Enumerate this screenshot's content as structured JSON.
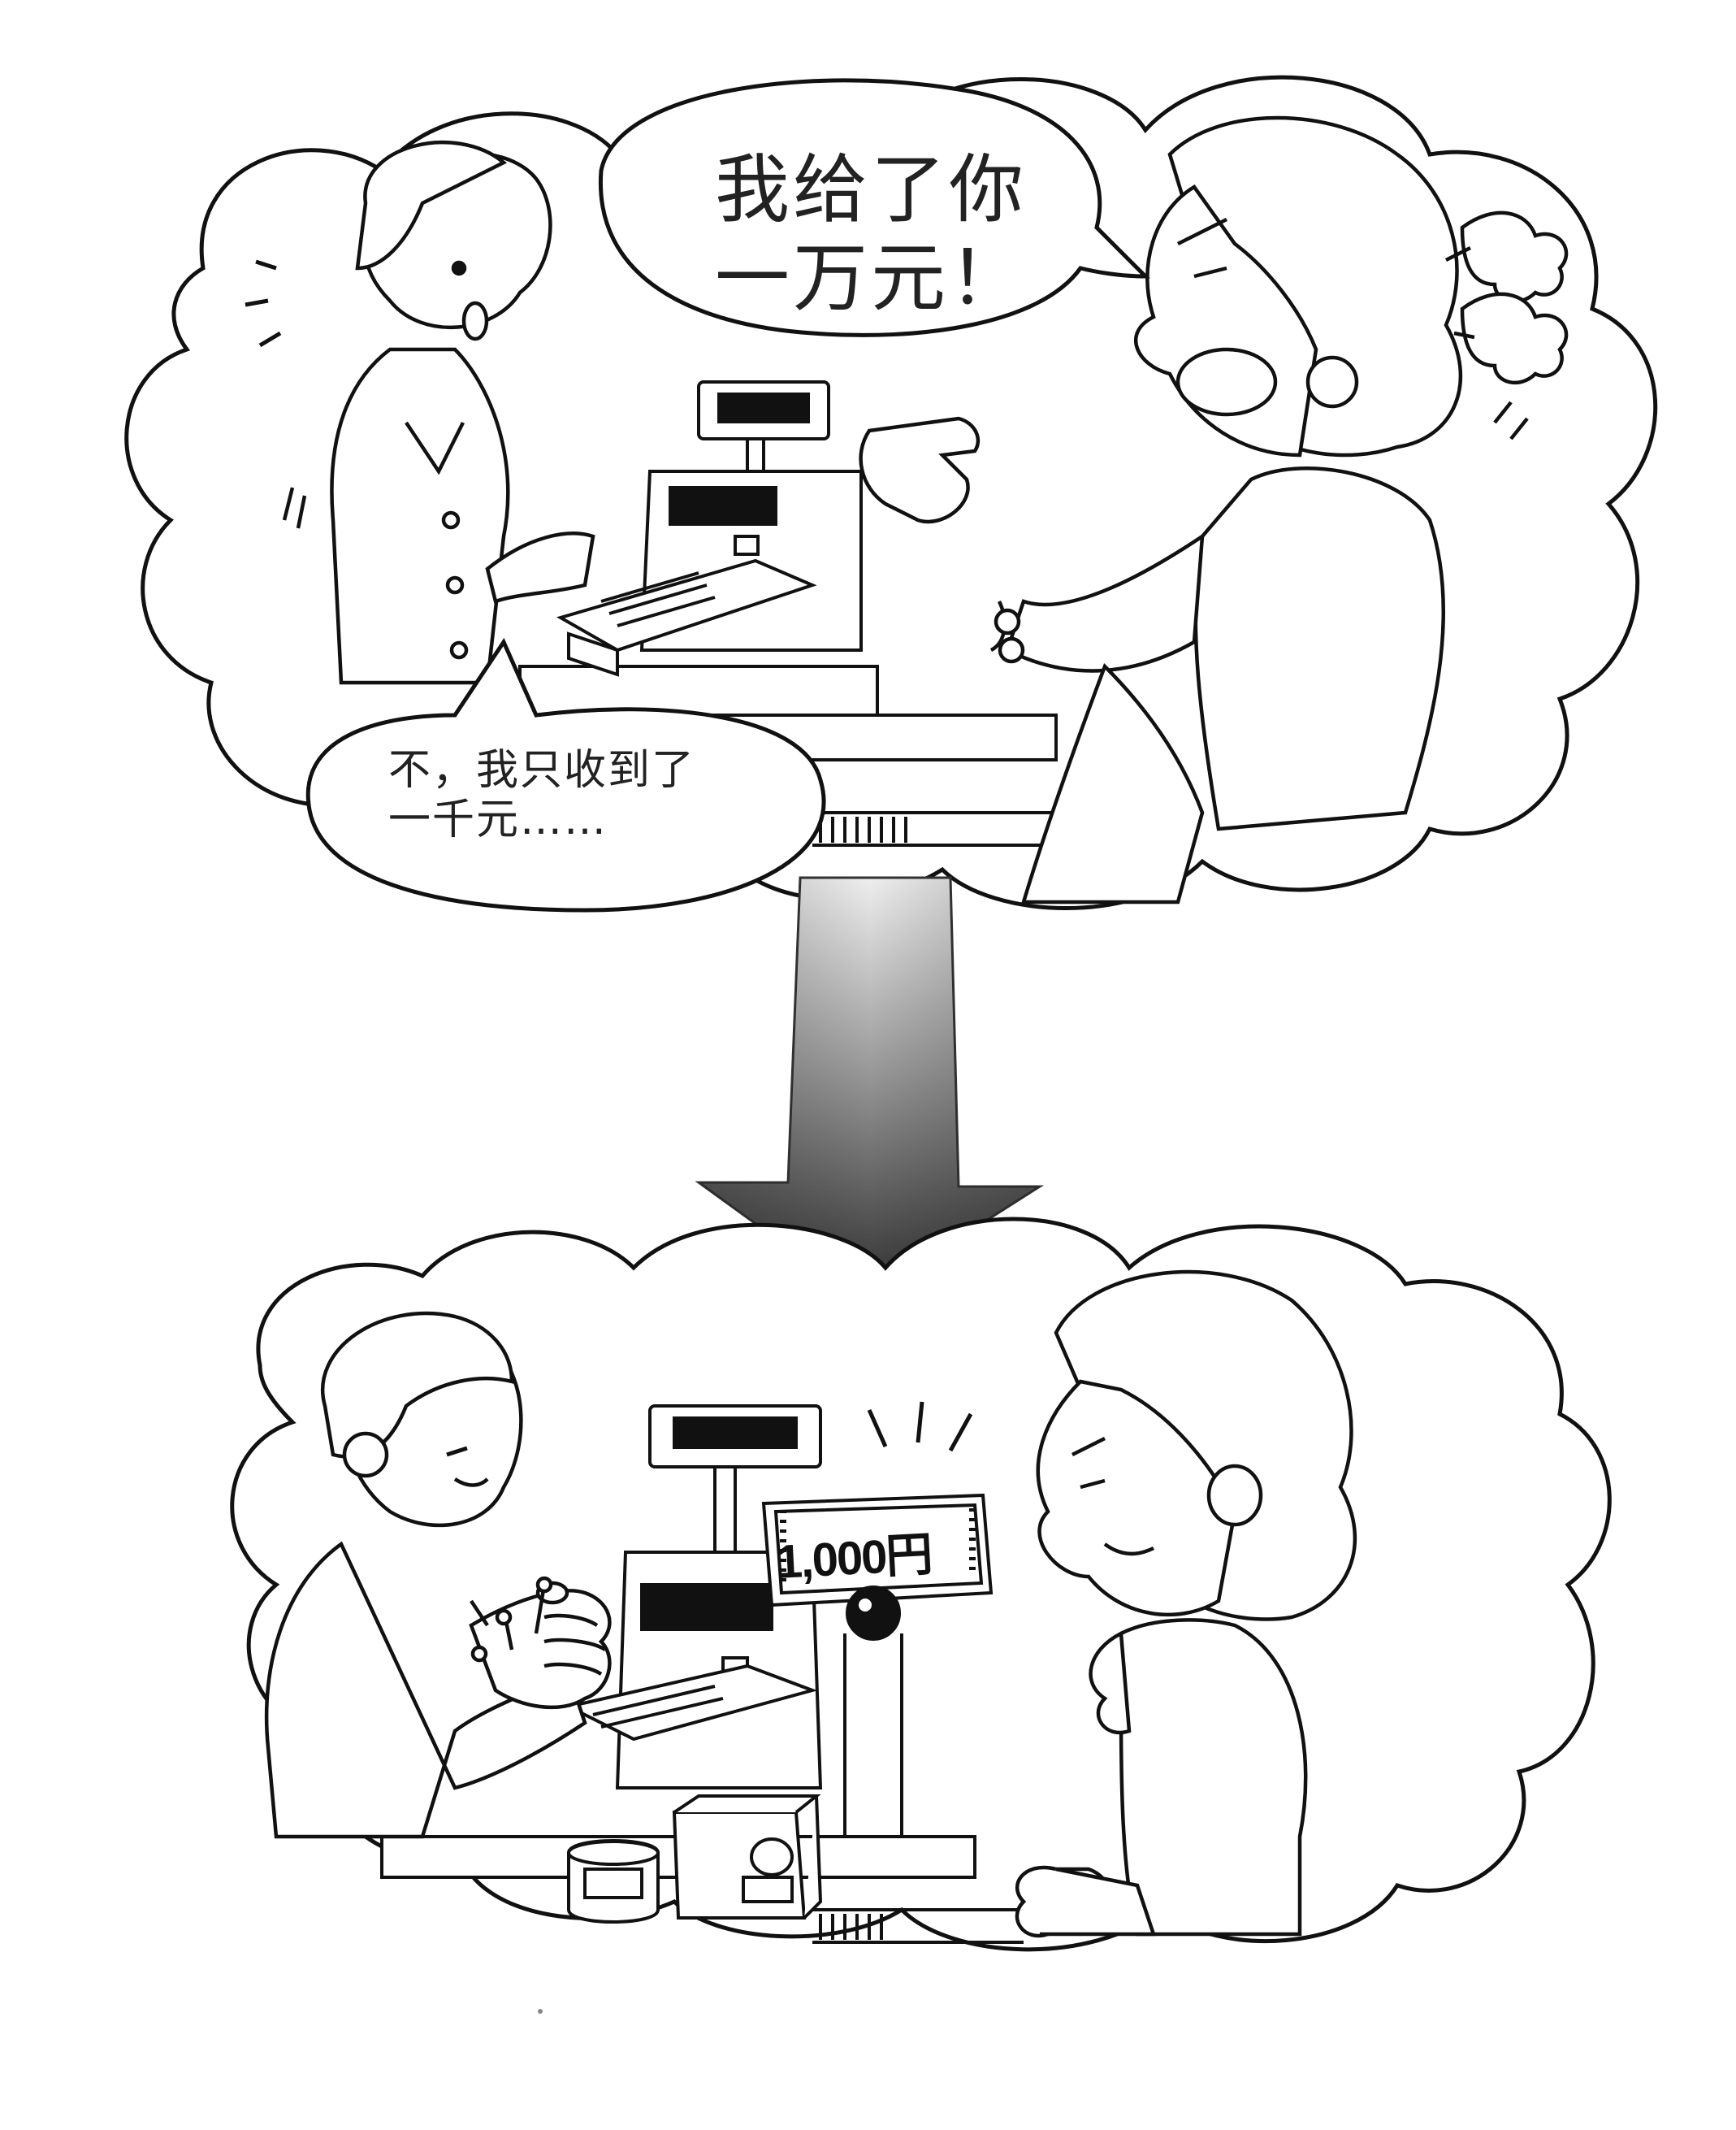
{
  "top_panel": {
    "customer_speech": {
      "line1": "我给了你",
      "line2": "一万元！"
    },
    "cashier_speech": {
      "line1": "不，我只收到了",
      "line2": "一千元……"
    }
  },
  "bottom_panel": {
    "price_display": "1,000円"
  },
  "colors": {
    "ink": "#111111",
    "paper": "#ffffff",
    "arrow_dark": "#3a3a3a",
    "arrow_light": "#d8d8d8"
  }
}
